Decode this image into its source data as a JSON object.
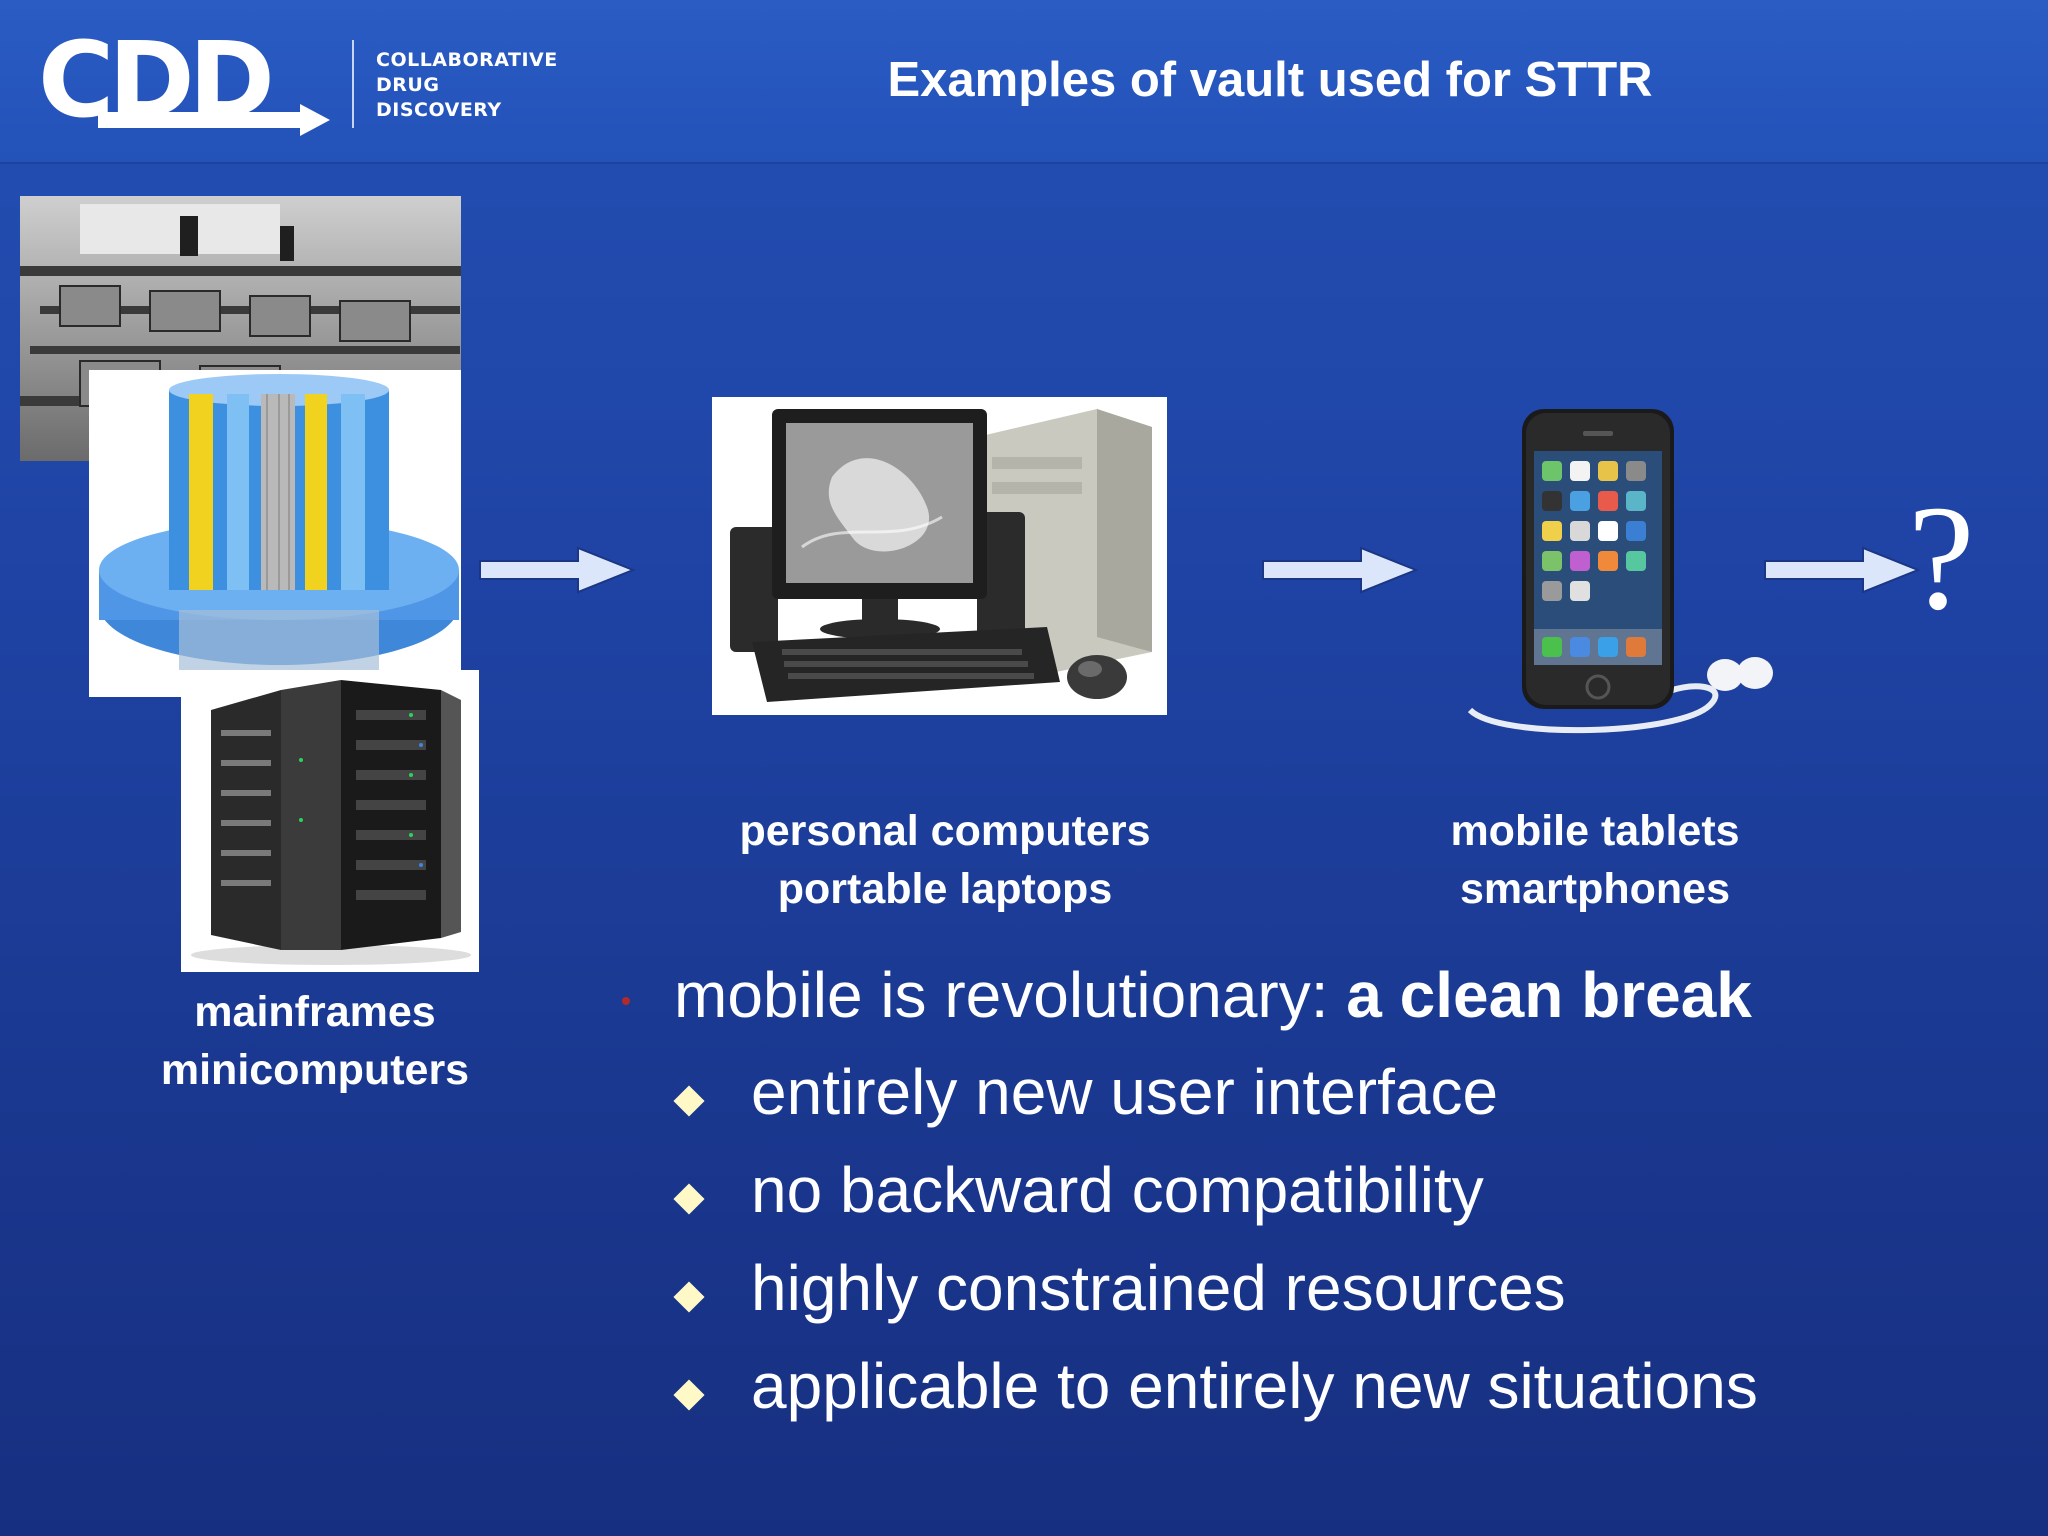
{
  "header": {
    "logo_mark": "CDD",
    "logo_lines": [
      "COLLABORATIVE",
      "DRUG",
      "DISCOVERY"
    ],
    "title": "Examples of vault used for STTR"
  },
  "captions": {
    "mainframes": [
      "mainframes",
      "minicomputers"
    ],
    "personal": [
      "personal computers",
      "portable laptops"
    ],
    "mobile": [
      "mobile tablets",
      "smartphones"
    ]
  },
  "question_mark": "?",
  "bullets": {
    "main_plain": "mobile is revolutionary: ",
    "main_bold": "a clean break",
    "sub": [
      "entirely new user interface",
      "no backward compatibility",
      "highly constrained resources",
      "applicable to entirely new situations"
    ]
  },
  "colors": {
    "background": "#1f44a6",
    "header": "#2a5cc4",
    "arrow_fill": "#dce6fb",
    "diamond": "#fff9c8",
    "bullet_dot": "#b22a2a"
  }
}
